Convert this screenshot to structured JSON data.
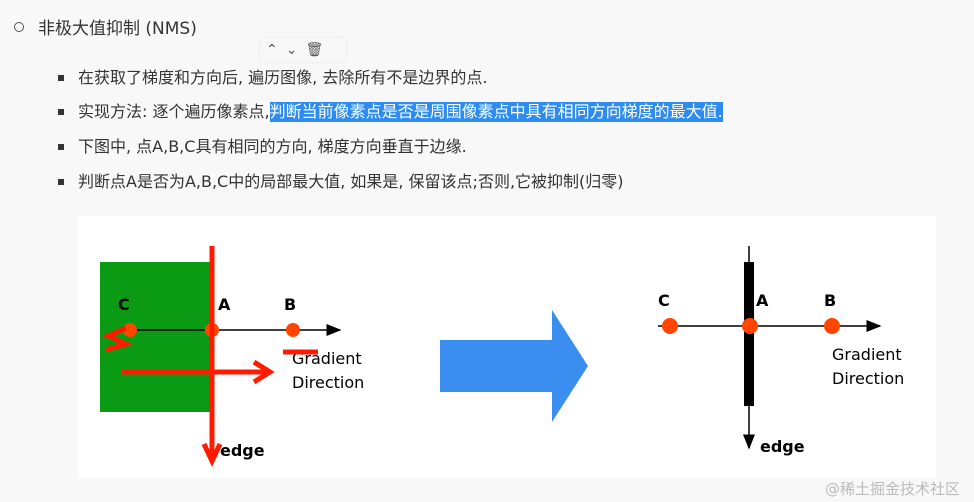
{
  "heading": "非极大值抑制 (NMS)",
  "bullets": [
    {
      "text": "在获取了梯度和方向后, 遍历图像, 去除所有不是边界的点."
    },
    {
      "text": "实现方法: 逐个遍历像素点, ",
      "highlight": "判断当前像素点是否是周围像素点中具有相同方向梯度的最大值."
    },
    {
      "text": "下图中, 点A,B,C具有相同的方向, 梯度方向垂直于边缘."
    },
    {
      "text": "判断点A是否为A,B,C中的局部最大值, 如果是, 保留该点;否则,它被抑制(归零)"
    }
  ],
  "toolbar": {
    "up": "⌃",
    "down": "⌄",
    "delete": "🗑"
  },
  "figure": {
    "labels": {
      "c": "C",
      "a": "A",
      "b": "B",
      "gradient": "Gradient",
      "direction": "Direction",
      "edge": "edge"
    },
    "colors": {
      "green": "#0a9a14",
      "point": "#ff4500",
      "arrow": "#3a8ef0",
      "annotation": "#ff1a00"
    }
  },
  "watermark": "@稀土掘金技术社区"
}
